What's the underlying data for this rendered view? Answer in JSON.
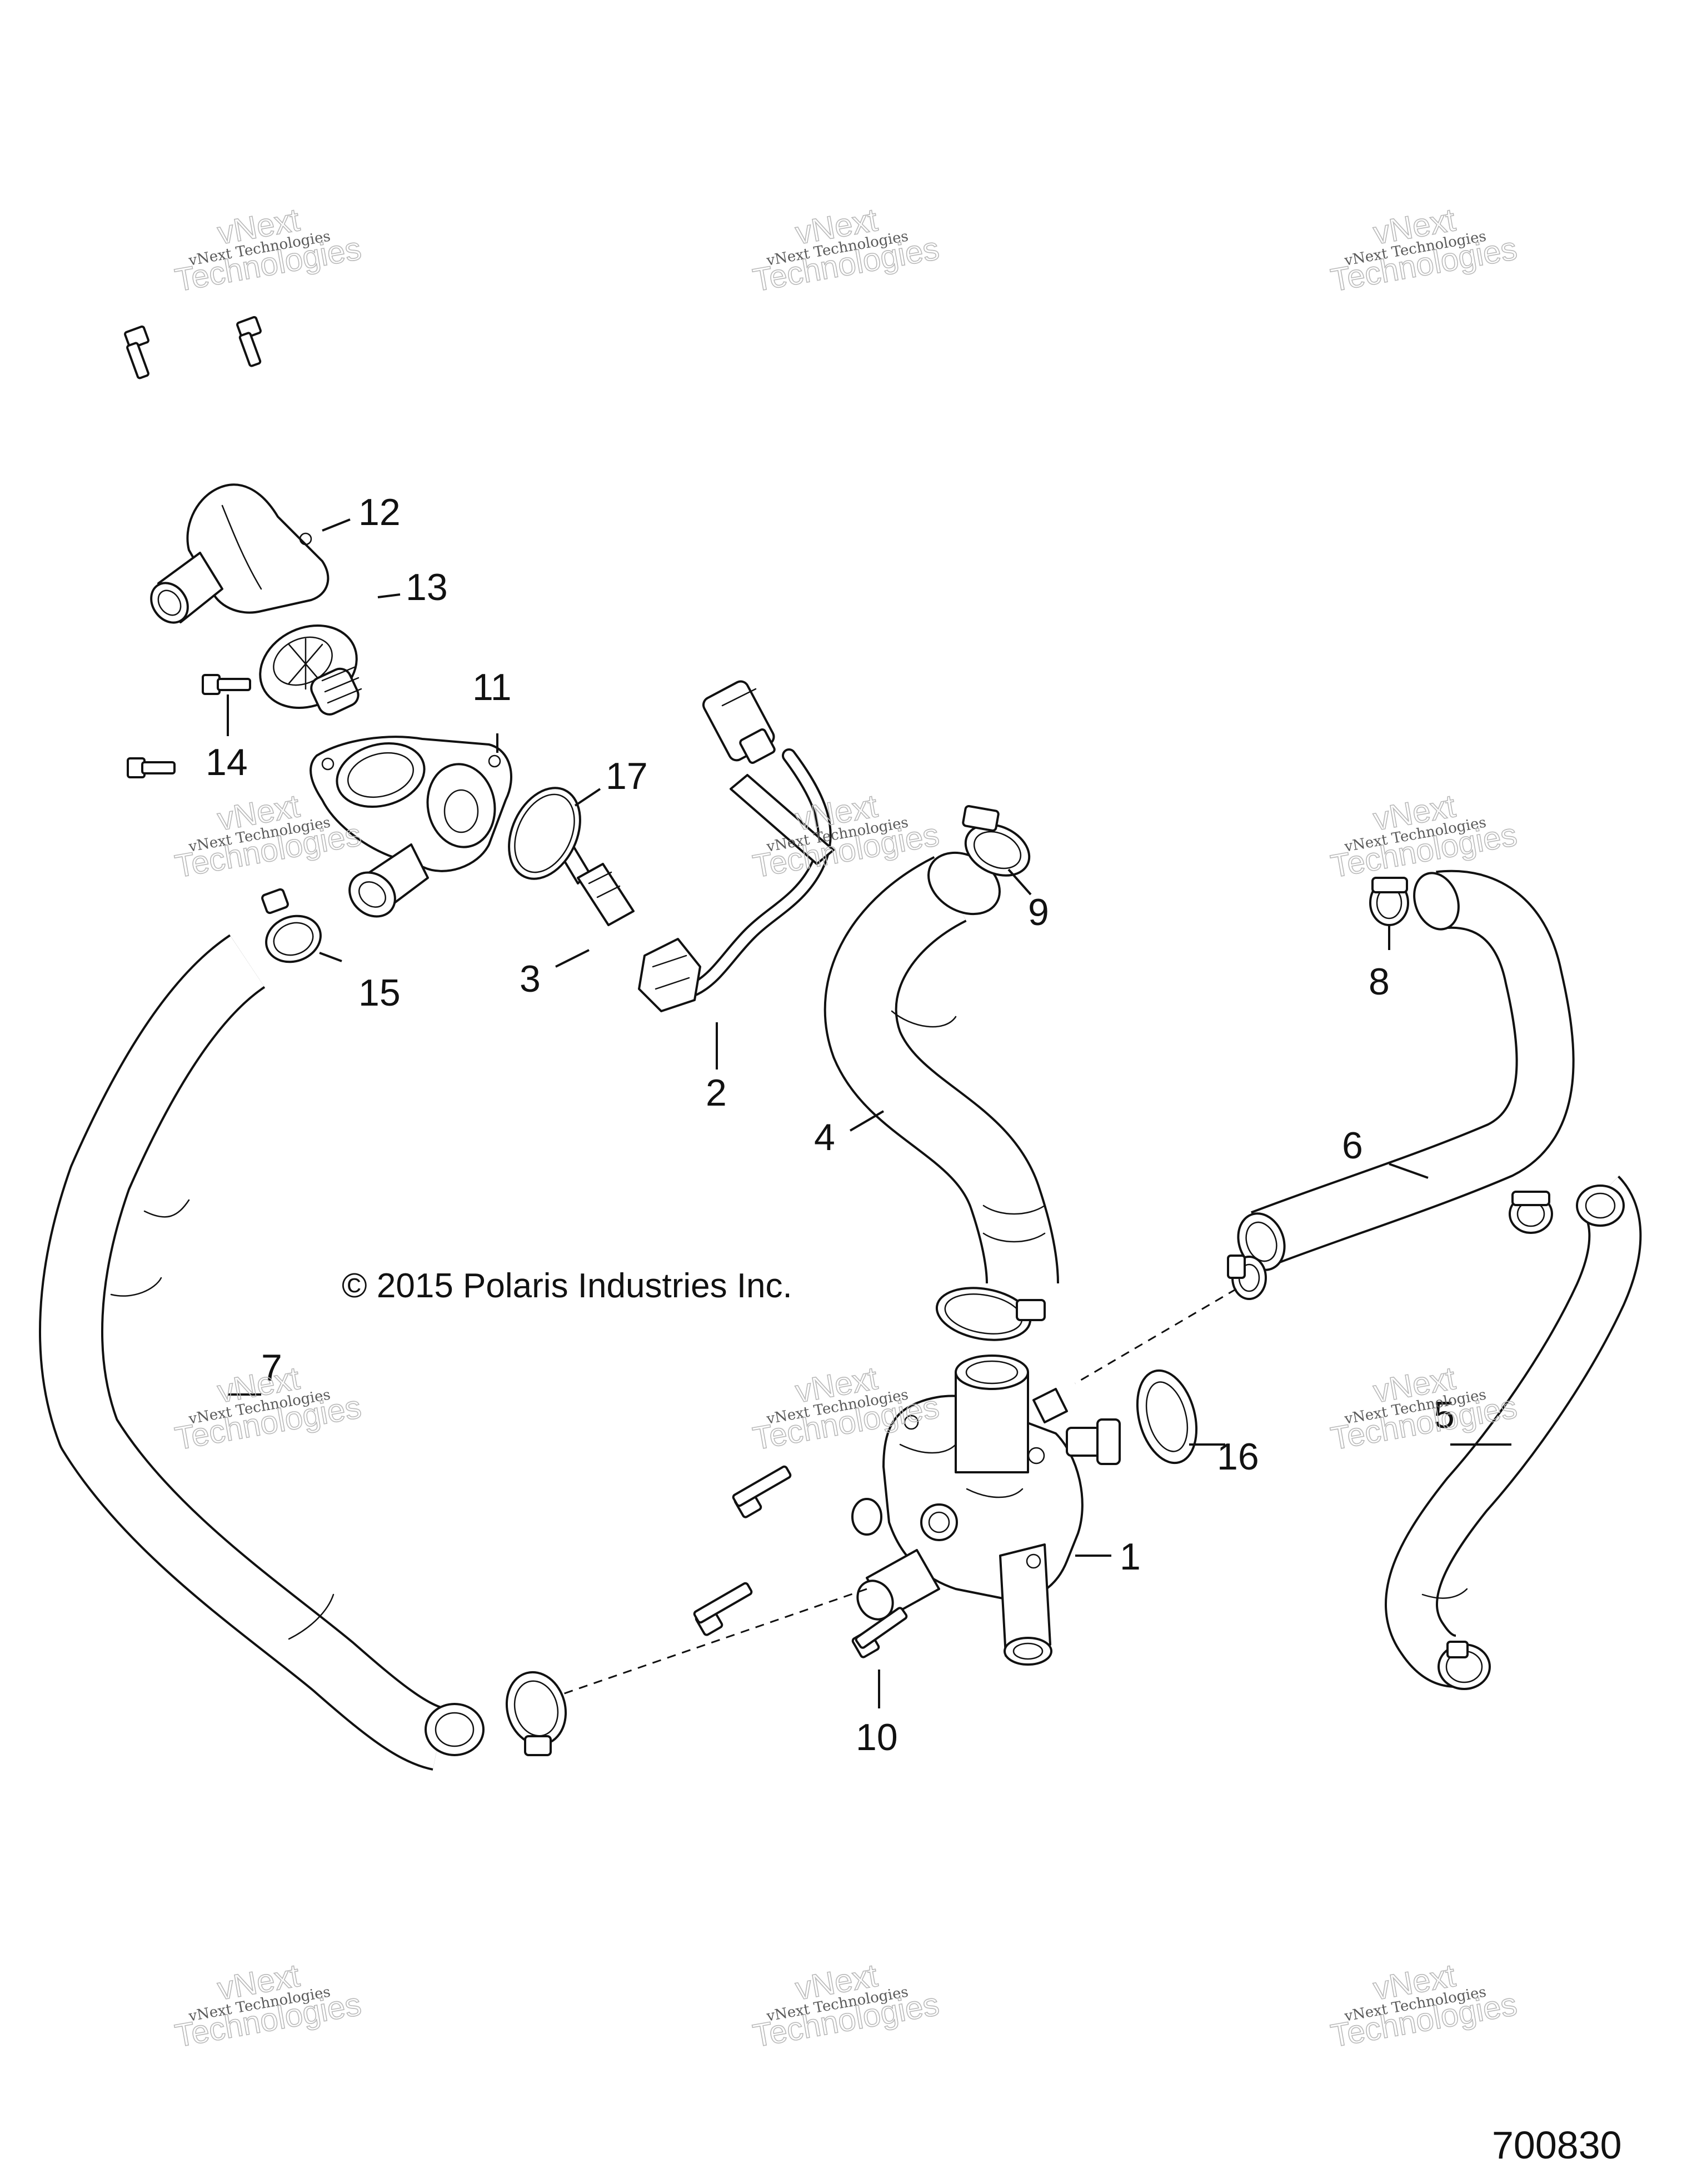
{
  "diagram": {
    "copyright": "© 2015 Polaris Industries Inc.",
    "reference_number": "700830",
    "watermark": {
      "line_small": "vNext Technologies",
      "line_big_1": "vNext",
      "line_big_2": "Technologies"
    },
    "callouts": [
      "1",
      "2",
      "3",
      "4",
      "5",
      "6",
      "7",
      "8",
      "9",
      "10",
      "11",
      "12",
      "13",
      "14",
      "15",
      "16",
      "17"
    ]
  }
}
